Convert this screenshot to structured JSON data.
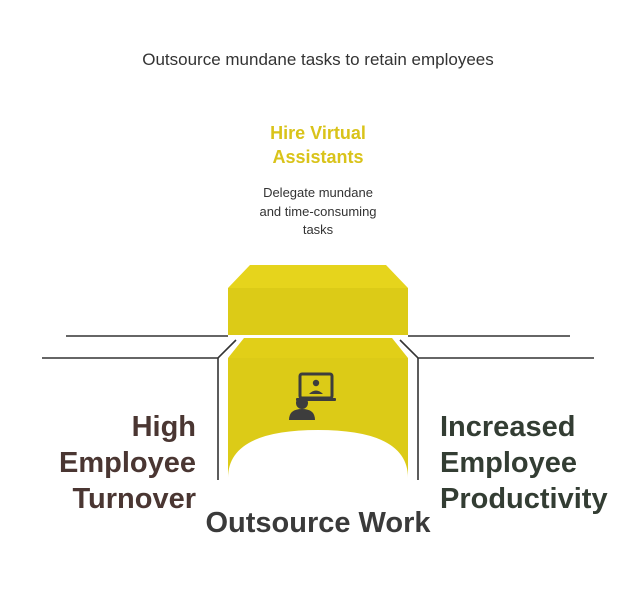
{
  "title": "Outsource mundane tasks to retain employees",
  "top": {
    "heading": "Hire Virtual\nAssistants",
    "description": "Delegate mundane\nand time-consuming\ntasks"
  },
  "left": {
    "label": "High\nEmployee\nTurnover"
  },
  "right": {
    "label": "Increased\nEmployee\nProductivity"
  },
  "bottom": {
    "label": "Outsource Work"
  },
  "center": {
    "icon": "virtual-assistant-icon"
  },
  "colors": {
    "block": "#dccb17",
    "block_dark": "#c9b912",
    "line": "#333333",
    "heading_accent": "#d9c31a",
    "left_text": "#4a3632",
    "right_text": "#333d33"
  }
}
